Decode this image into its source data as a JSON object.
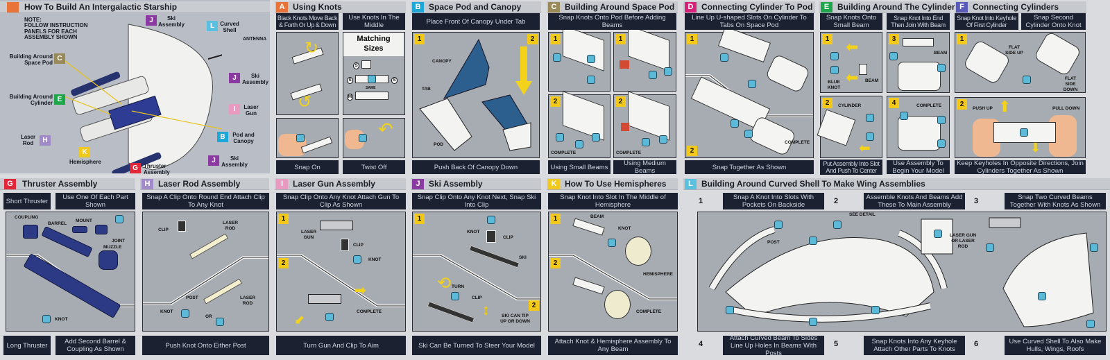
{
  "colors": {
    "a": "#e8743a",
    "b": "#1ea6d6",
    "c": "#9a8a5a",
    "d": "#d6237a",
    "e": "#1ea64a",
    "f": "#5a5ab8",
    "g": "#e0283a",
    "h": "#a08ac8",
    "i": "#e89ac0",
    "j": "#8a3aa0",
    "k": "#f0c81e",
    "l": "#5ac0e0",
    "step": "#f2c81a",
    "knot": "#5cb9d8",
    "caption_bg": "#1b2130"
  },
  "overview": {
    "title": "How To Build An Intergalactic Starship",
    "note_heading": "NOTE:",
    "note_text": "FOLLOW INSTRUCTION PANELS FOR EACH ASSEMBLY SHOWN",
    "antenna": "ANTENNA",
    "callouts": [
      {
        "letter": "J",
        "label": "Ski Assembly"
      },
      {
        "letter": "L",
        "label": "Curved Shell"
      },
      {
        "letter": "C",
        "label": "Building Around Space Pod"
      },
      {
        "letter": "J",
        "label": "Ski Assembly"
      },
      {
        "letter": "E",
        "label": "Building Around Cylinder"
      },
      {
        "letter": "I",
        "label": "Laser Gun"
      },
      {
        "letter": "H",
        "label": "Laser Rod"
      },
      {
        "letter": "B",
        "label": "Pod and Canopy"
      },
      {
        "letter": "K",
        "label": "Hemisphere"
      },
      {
        "letter": "J",
        "label": "Ski Assembly"
      },
      {
        "letter": "G",
        "label": "Thruster Assembly"
      }
    ]
  },
  "a": {
    "letter": "A",
    "title": "Using Knots",
    "cap1": "Black Knots Move Back & Forth Or Up & Down",
    "cap2": "Use Knots In The Middle",
    "matching": "Matching Sizes",
    "s": "S",
    "m": "M",
    "same": "SAME",
    "bottom1": "Snap On",
    "bottom2": "Twist Off"
  },
  "b": {
    "letter": "B",
    "title": "Space Pod and Canopy",
    "cap": "Place Front Of Canopy Under Tab",
    "step1": "1",
    "step2": "2",
    "canopy": "CANOPY",
    "tab": "TAB",
    "pod": "POD",
    "bottom": "Push Back Of Canopy Down"
  },
  "c": {
    "letter": "C",
    "title": "Building Around Space Pod",
    "cap": "Snap Knots Onto Pod Before Adding Beams",
    "s1": "1",
    "s2": "2",
    "complete": "COMPLETE",
    "bottom1": "Using Small Beams",
    "bottom2": "Using Medium Beams"
  },
  "d": {
    "letter": "D",
    "title": "Connecting Cylinder To Pod",
    "cap": "Line Up U-shaped Slots On Cylinder To Tabs On Space Pod",
    "s1": "1",
    "s2": "2",
    "complete": "COMPLETE",
    "bottom": "Snap Together As Shown"
  },
  "e": {
    "letter": "E",
    "title": "Building Around The Cylinder",
    "cap1": "Snap Knots Onto Small Beam",
    "cap2": "Snap Knot Into End Then Join With Beam",
    "s1": "1",
    "s2": "2",
    "s3": "3",
    "s4": "4",
    "blue_knot": "BLUE KNOT",
    "beam": "BEAM",
    "cylinder": "CYLINDER",
    "complete": "COMPLETE",
    "bottom1": "Put Assembly Into Slot And Push To Center",
    "bottom2": "Use Assembly To Begin Your Model"
  },
  "f": {
    "letter": "F",
    "title": "Connecting Cylinders",
    "cap1": "Snap Knot Into Keyhole Of First Cylinder",
    "cap2": "Snap Second Cylinder Onto Knot",
    "s1": "1",
    "s2": "2",
    "flat_up": "FLAT SIDE UP",
    "flat_down": "FLAT SIDE DOWN",
    "push_up": "PUSH UP",
    "pull_down": "PULL DOWN",
    "bottom": "Keep Keyholes In Opposite Directions, Join Cylinders Together As Shown"
  },
  "g": {
    "letter": "G",
    "title": "Thruster Assembly",
    "cap1": "Short Thruster",
    "cap2": "Use One Of Each Part Shown",
    "coupling": "COUPLING",
    "barrel": "BARREL",
    "mount": "MOUNT",
    "joint": "JOINT",
    "muzzle": "MUZZLE",
    "knot": "KNOT",
    "bottom1": "Long Thruster",
    "bottom2": "Add Second Barrel & Coupling As Shown"
  },
  "h": {
    "letter": "H",
    "title": "Laser Rod Assembly",
    "cap": "Snap A Clip Onto Round End Attach Clip To Any Knot",
    "clip": "CLIP",
    "laser_rod": "LASER ROD",
    "post": "POST",
    "knot": "KNOT",
    "or": "OR",
    "bottom": "Push Knot Onto Either Post"
  },
  "i": {
    "letter": "I",
    "title": "Laser Gun Assembly",
    "cap": "Snap Clip Onto Any Knot Attach Gun To Clip As Shown",
    "s1": "1",
    "s2": "2",
    "laser_gun": "LASER GUN",
    "clip": "CLIP",
    "knot": "KNOT",
    "complete": "COMPLETE",
    "bottom": "Turn Gun And Clip To Aim"
  },
  "j": {
    "letter": "J",
    "title": "Ski Assembly",
    "cap": "Snap Clip Onto Any Knot Next, Snap Ski Into Clip",
    "s1": "1",
    "s2": "2",
    "knot": "KNOT",
    "clip": "CLIP",
    "ski": "SKI",
    "turn": "TURN",
    "tip": "SKI CAN TIP UP OR DOWN",
    "bottom": "Ski Can Be Turned To Steer Your Model"
  },
  "k": {
    "letter": "K",
    "title": "How To Use Hemispheres",
    "cap": "Snap Knot Into Slot In The Middle of Hemisphere",
    "s1": "1",
    "s2": "2",
    "beam": "BEAM",
    "knot": "KNOT",
    "hemisphere": "HEMISPHERE",
    "complete": "COMPLETE",
    "bottom": "Attach Knot & Hemisphere Assembly To Any Beam"
  },
  "l": {
    "letter": "L",
    "title": "Building Around Curved Shell To Make Wing Assemblies",
    "steps": [
      {
        "n": "1",
        "text": "Snap A Knot Into Slots With Pockets On Backside"
      },
      {
        "n": "2",
        "text": "Assemble Knots And Beams Add These To Main Assembly"
      },
      {
        "n": "3",
        "text": "Snap Two Curved Beams Together With Knots As Shown"
      },
      {
        "n": "4",
        "text": "Attach Curved Beam To Sides Line Up Holes In Beams With Posts"
      },
      {
        "n": "5",
        "text": "Snap Knots Into Any Keyhole Attach Other Parts To Knots"
      },
      {
        "n": "6",
        "text": "Use Curved Shell To Also Make Hulls, Wings, Roofs"
      }
    ],
    "see_detail": "SEE DETAIL",
    "post": "POST",
    "laser_gun_or_rod": "LASER GUN OR LASER ROD"
  }
}
